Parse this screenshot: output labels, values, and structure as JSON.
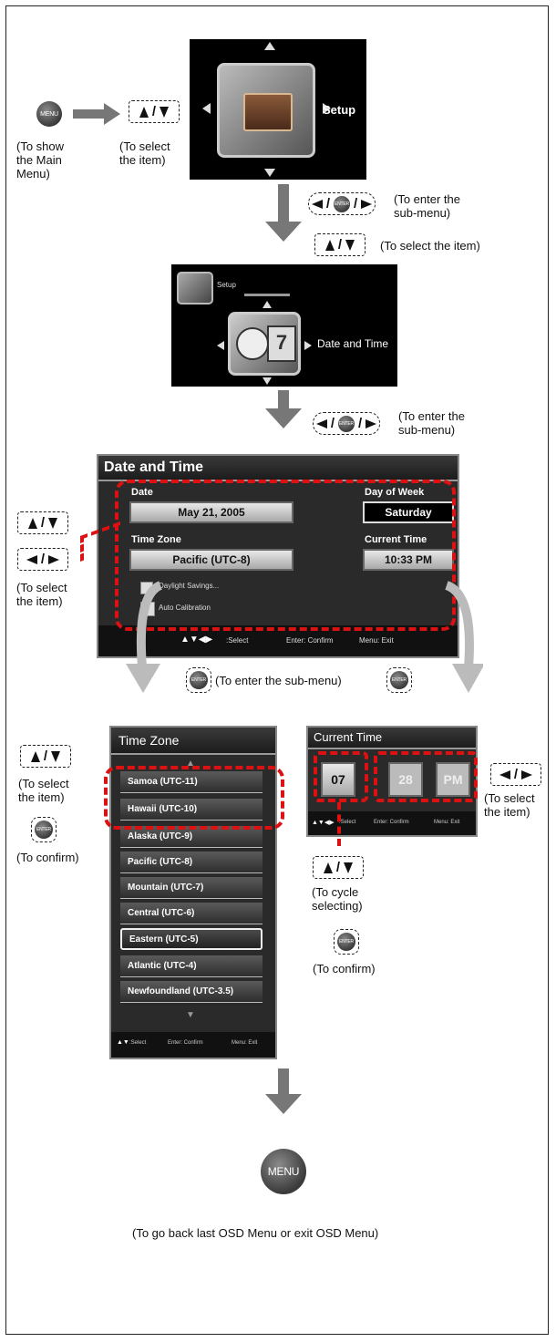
{
  "keys": {
    "menu": "MENU",
    "enter": "ENTER"
  },
  "captions": {
    "show_main_menu": [
      "(To show",
      "the Main",
      "Menu)"
    ],
    "select_item_top": [
      "(To select",
      "the item)"
    ],
    "enter_submenu_1": [
      "(To enter the",
      "sub-menu)"
    ],
    "select_the_item": "(To select the item)",
    "enter_submenu_2": [
      "(To enter the",
      "sub-menu)"
    ],
    "select_item_left": [
      "(To select",
      "the item)"
    ],
    "enter_submenu_inline": "(To enter the sub-menu)",
    "tz_select": [
      "(To select",
      "the item)"
    ],
    "tz_confirm": "(To confirm)",
    "ct_select": [
      "(To select",
      "the item)"
    ],
    "cycle_selecting": [
      "(To cycle",
      "selecting)"
    ],
    "ct_confirm": "(To confirm)",
    "go_back": "(To go back last OSD Menu or exit OSD Menu)"
  },
  "setup_screen": {
    "label": "Setup"
  },
  "datetime_screen": {
    "setup_label": "Setup",
    "label": "Date and Time"
  },
  "date_time_osd": {
    "title": "Date and Time",
    "date_label": "Date",
    "date_value": "May 21, 2005",
    "dow_label": "Day of Week",
    "dow_value": "Saturday",
    "tz_label": "Time Zone",
    "tz_value": "Pacific (UTC-8)",
    "ct_label": "Current Time",
    "ct_value": "10:33 PM",
    "daylight": "Daylight Savings...",
    "autocal": "Auto Calibration",
    "footer_select": ":Select",
    "footer_confirm": "Enter: Confirm",
    "footer_exit": "Menu: Exit"
  },
  "time_zone_osd": {
    "title": "Time Zone",
    "items": [
      "Samoa (UTC-11)",
      "Hawaii (UTC-10)",
      "Alaska (UTC-9)",
      "Pacific (UTC-8)",
      "Mountain (UTC-7)",
      "Central (UTC-6)",
      "Eastern (UTC-5)",
      "Atlantic (UTC-4)",
      "Newfoundland (UTC-3.5)"
    ],
    "footer_select": ":Select",
    "footer_confirm": "Enter: Confirm",
    "footer_exit": "Menu: Exit"
  },
  "current_time_osd": {
    "title": "Current Time",
    "hour": "07",
    "minute": "28",
    "ampm": "PM",
    "footer_select": ":Select",
    "footer_confirm": "Enter: Confirm",
    "footer_exit": "Menu: Exit"
  }
}
